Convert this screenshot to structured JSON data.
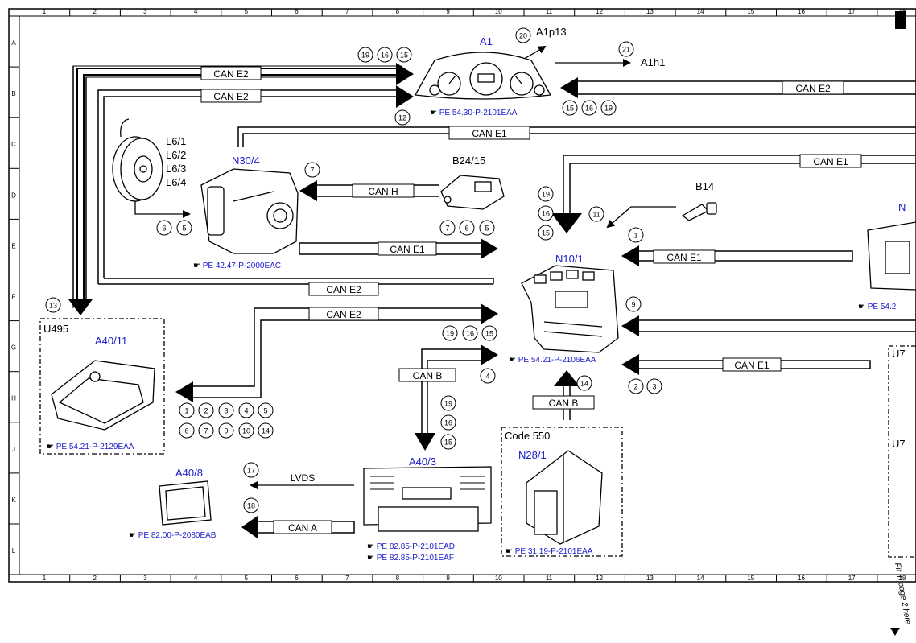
{
  "grid": {
    "columns": [
      "1",
      "2",
      "3",
      "4",
      "5",
      "6",
      "7",
      "8",
      "9",
      "10",
      "11",
      "12",
      "13",
      "14",
      "15",
      "16",
      "17",
      "18"
    ],
    "rows": [
      "A",
      "B",
      "C",
      "D",
      "E",
      "F",
      "G",
      "H",
      "J",
      "K",
      "L"
    ]
  },
  "components": {
    "a1": {
      "name": "A1",
      "ref": "PE 54.30-P-2101EAA"
    },
    "a1p13": "A1p13",
    "a1h1": "A1h1",
    "n30_4": {
      "name": "N30/4",
      "ref": "PE 42.47-P-2000EAC"
    },
    "l6": [
      "L6/1",
      "L6/2",
      "L6/3",
      "L6/4"
    ],
    "b24_15": "B24/15",
    "b14": "B14",
    "n10_1": {
      "name": "N10/1",
      "ref": "PE 54.21-P-2106EAA"
    },
    "u495": "U495",
    "a40_11": {
      "name": "A40/11",
      "ref": "PE 54.21-P-2129EAA"
    },
    "a40_8": {
      "name": "A40/8",
      "ref": "PE 82.00-P-2080EAB"
    },
    "a40_3": {
      "name": "A40/3",
      "ref1": "PE 82.85-P-2101EAD",
      "ref2": "PE 82.85-P-2101EAF"
    },
    "code550": "Code 550",
    "n28_1": {
      "name": "N28/1",
      "ref": "PE 31.19-P-2101EAA"
    },
    "right_partial": {
      "n": "N",
      "ref": "PE 54.2",
      "u7a": "U7",
      "u7b": "U7"
    }
  },
  "buses": {
    "can_e2_a": "CAN E2",
    "can_e2_b": "CAN E2",
    "can_e2_right": "CAN E2",
    "can_e1_top": "CAN E1",
    "can_e1_right_top": "CAN E1",
    "can_h": "CAN H",
    "can_e1_mid": "CAN E1",
    "can_e1_right_mid": "CAN E1",
    "can_e2_f": "CAN E2",
    "can_e2_g": "CAN E2",
    "can_e1_right_low": "CAN E1",
    "can_b_left": "CAN B",
    "can_b_right": "CAN B",
    "lvds": "LVDS",
    "can_a": "CAN A"
  },
  "callouts": {
    "top_left": [
      "19",
      "16",
      "15"
    ],
    "a1p13": "20",
    "a1h1": "21",
    "a1_in": "12",
    "a1_right": [
      "15",
      "16",
      "19"
    ],
    "n30_in": "7",
    "l6": [
      "6",
      "5"
    ],
    "can_e1_mid": [
      "7",
      "6",
      "5"
    ],
    "n10_top": [
      "19",
      "16",
      "15"
    ],
    "b14": "11",
    "n10_right1": "1",
    "u495": "13",
    "n10_right2": "9",
    "can_e2_g": [
      "19",
      "16",
      "15"
    ],
    "can_b_left": "4",
    "n10_bottom": "14",
    "n10_right3": [
      "2",
      "3"
    ],
    "a40_11_row1": [
      "1",
      "2",
      "3",
      "4",
      "5"
    ],
    "a40_11_row2": [
      "6",
      "7",
      "9",
      "10",
      "14"
    ],
    "a40_3_in": [
      "19",
      "16",
      "15"
    ],
    "a40_8_lvds": "17",
    "a40_8_can": "18"
  },
  "margin_note": "Fit in page 2 here"
}
